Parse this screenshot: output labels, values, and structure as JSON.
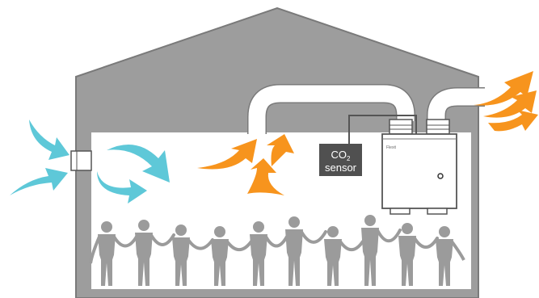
{
  "sensor": {
    "co2_main": "CO",
    "co2_sub": "2",
    "label": "sensor"
  },
  "unit": {
    "brand": "Flexit"
  },
  "colors": {
    "house_wall": "#9d9d9d",
    "house_outline": "#7a7a7a",
    "interior": "#ffffff",
    "duct": "#ffffff",
    "sensor_box": "#505050",
    "incoming_air": "#5ec8d8",
    "warm_air": "#f7941d",
    "people": "#9b9b9b"
  },
  "icons": {
    "incoming_air": "fresh-air-arrow-icon",
    "outgoing_air": "exhaust-air-arrow-icon",
    "room_air": "warm-air-arrow-icon",
    "people": "person-silhouette-icon"
  }
}
